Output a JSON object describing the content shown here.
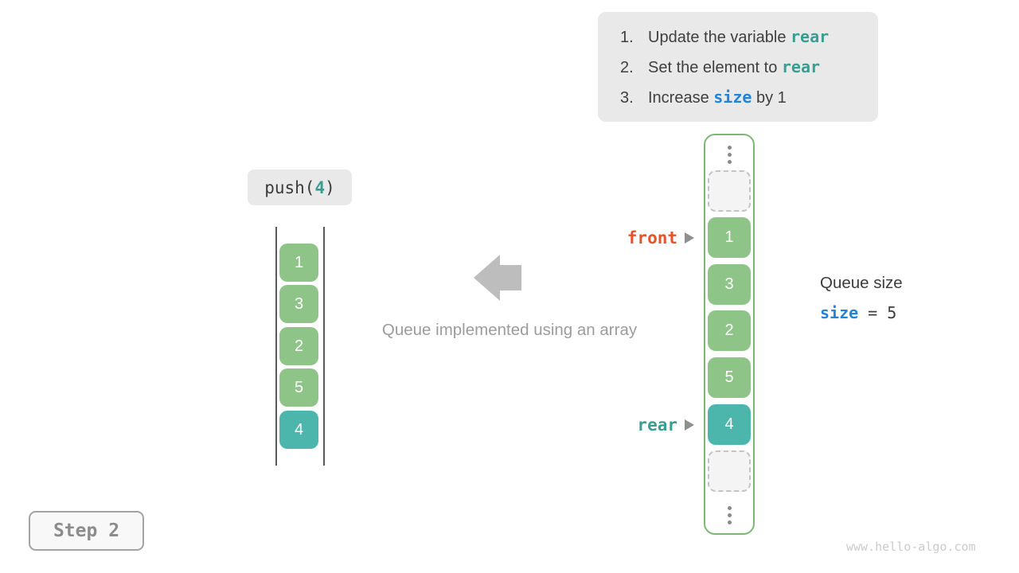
{
  "instructions": {
    "items": [
      {
        "num": "1.",
        "pre": "Update the variable ",
        "code": "rear",
        "post": ""
      },
      {
        "num": "2.",
        "pre": "Set the element to ",
        "code": "rear",
        "post": ""
      },
      {
        "num": "3.",
        "pre": "Increase ",
        "code": "size",
        "post": " by 1"
      }
    ]
  },
  "operation": {
    "func": "push(",
    "arg": "4",
    "close": ")"
  },
  "caption": "Queue implemented using an array",
  "left_stack": {
    "values": [
      "1",
      "3",
      "2",
      "5",
      "4"
    ],
    "highlight_value": "4"
  },
  "array": {
    "values": [
      "1",
      "3",
      "2",
      "5",
      "4"
    ],
    "highlight_value": "4",
    "front_label": "front",
    "rear_label": "rear"
  },
  "queue_size": {
    "title": "Queue size",
    "var": "size",
    "eq": "=",
    "value": "5"
  },
  "step": {
    "label": "Step 2"
  },
  "watermark": "www.hello-algo.com",
  "colors": {
    "cell_green": "#8fc488",
    "cell_teal": "#4cb6ac",
    "container_border_green": "#7cb874",
    "code_teal": "#3a9d92",
    "code_blue": "#2284d8",
    "front_orange": "#e6532a",
    "info_box_bg": "#e9e9e9",
    "gray_arrow": "#bdbdbd",
    "caption_gray": "#9c9c9c"
  }
}
